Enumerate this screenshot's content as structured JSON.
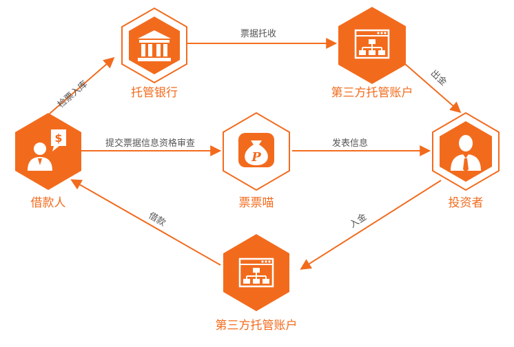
{
  "colors": {
    "accent": "#f26b1d",
    "text": "#555555",
    "background": "#ffffff"
  },
  "nodes": {
    "borrower": {
      "label": "借款人",
      "icon": "borrower-dollar-icon"
    },
    "custodian_bank": {
      "label": "托管银行",
      "icon": "bank-icon"
    },
    "third_party_top": {
      "label": "第三方托管账户",
      "icon": "flowchart-window-icon"
    },
    "piaopiaomiao": {
      "label": "票票喵",
      "icon": "money-bag-p-icon"
    },
    "investor": {
      "label": "投资者",
      "icon": "investor-icon"
    },
    "third_party_bottom": {
      "label": "第三方托管账户",
      "icon": "flowchart-window-icon"
    }
  },
  "edges": {
    "borrower_to_bank": "检票入库",
    "bank_to_thirdparty": "票据托收",
    "thirdparty_to_investor": "出金",
    "borrower_to_platform": "提交票据信息资格审查",
    "platform_to_investor": "发表信息",
    "investor_to_thirdparty_bottom": "入金",
    "thirdparty_bottom_to_borrower": "借款"
  }
}
